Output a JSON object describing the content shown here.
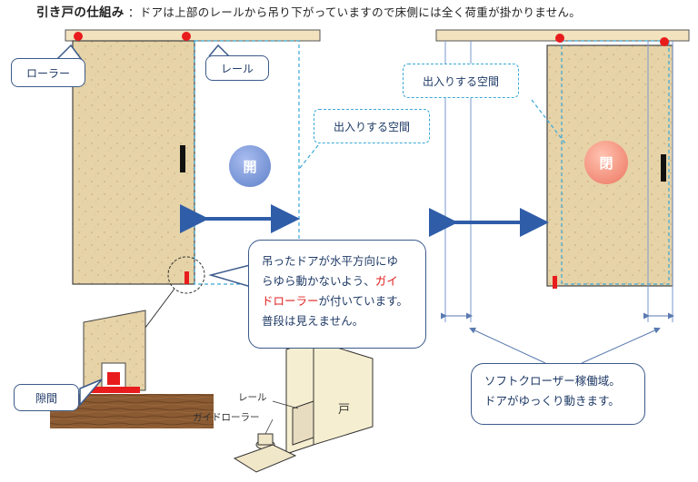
{
  "header": {
    "title": "引き戸の仕組み",
    "description": "：ドアは上部のレールから吊り下がっていますので床側には全く荷重が掛かりません。"
  },
  "callouts": {
    "roller": "ローラー",
    "rail": "レール",
    "gap": "隙間",
    "passage_left": "出入りする空間",
    "passage_right": "出入りする空間",
    "guide_line1": "吊ったドアが水平方向にゆ",
    "guide_line2": "らゆら動かないよう、",
    "guide_red1": "ガイ",
    "guide_red2": "ドローラー",
    "guide_line3": "が付いています。",
    "guide_line4": "普段は見えません。",
    "soft_line1": "ソフトクローザー稼働域。",
    "soft_line2": "ドアがゆっくり動きます。"
  },
  "badges": {
    "open": "開",
    "closed": "閉"
  },
  "detail_labels": {
    "rail": "レール",
    "guide_roller": "ガイドローラー",
    "door": "戸"
  },
  "colors": {
    "door": "#e8d6ad",
    "rail": "#f2e2be",
    "roller": "#e81c1c",
    "arrow": "#2f5da8",
    "dash": "#3aa8d8",
    "open_badge": "#6f8fd0",
    "closed_badge": "#f08068"
  }
}
